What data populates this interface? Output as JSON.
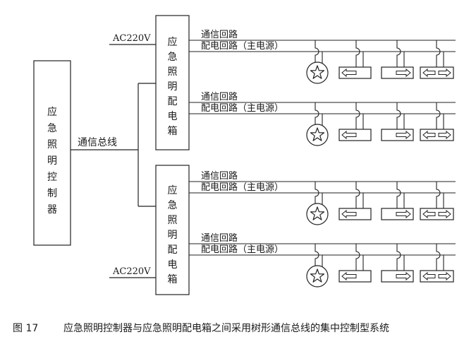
{
  "controller": {
    "label": "应急照明控制器",
    "chars": [
      "应",
      "急",
      "照",
      "明",
      "控",
      "制",
      "器"
    ]
  },
  "bus": {
    "label": "通信总线"
  },
  "power_top": "AC220V",
  "power_bottom": "AC220V",
  "boxes": [
    {
      "label": "应急照明配电箱",
      "chars": [
        "应",
        "急",
        "照",
        "明",
        "配",
        "电",
        "箱"
      ]
    },
    {
      "label": "应急照明配电箱",
      "chars": [
        "应",
        "急",
        "照",
        "明",
        "配",
        "电",
        "箱"
      ]
    }
  ],
  "circuit": {
    "comm": "通信回路",
    "power": "配电回路（主电源）"
  },
  "circuits_per_box": 2,
  "fixtures": {
    "lamp_icon": "star-icon",
    "sign_left_icon": "arrow-left-icon",
    "sign_right_icon": "arrow-right-icon",
    "sign_both_icon": "arrow-both-icon"
  },
  "caption": {
    "number": "图 17",
    "text": "应急照明控制器与应急照明配电箱之间采用树形通信总线的集中控制型系统"
  }
}
